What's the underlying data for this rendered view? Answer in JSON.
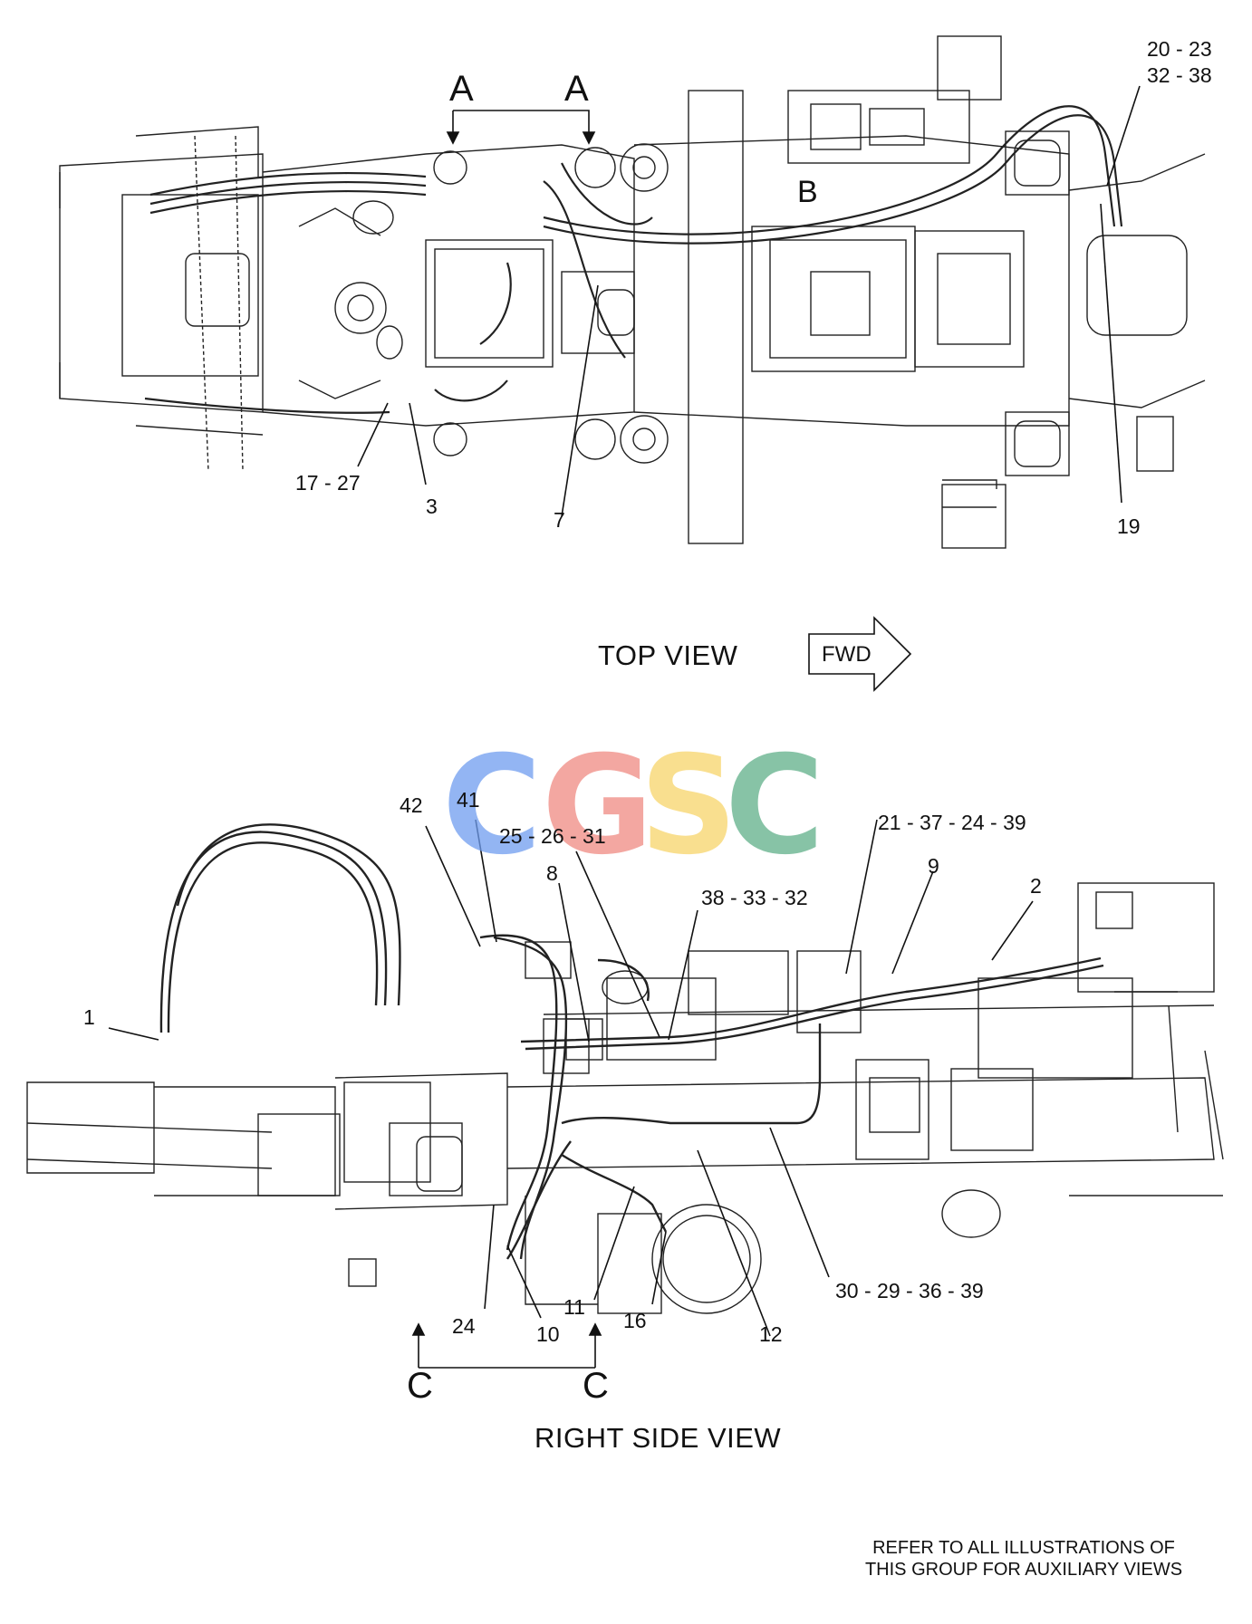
{
  "top_view": {
    "title": "TOP VIEW",
    "fwd_label": "FWD",
    "section_labels": {
      "a_left": "A",
      "a_right": "A",
      "b": "B"
    },
    "callouts": {
      "c_20_23": "20 - 23",
      "c_32_38": "32 - 38",
      "c_17_27": "17 - 27",
      "c_3": "3",
      "c_7": "7",
      "c_19": "19"
    }
  },
  "side_view": {
    "title": "RIGHT SIDE VIEW",
    "section_labels": {
      "c_left": "C",
      "c_right": "C"
    },
    "callouts": {
      "c_42": "42",
      "c_41": "41",
      "c_25_26_31": "25 - 26 - 31",
      "c_21_37_24_39": "21 - 37 - 24 - 39",
      "c_9": "9",
      "c_2": "2",
      "c_8": "8",
      "c_38_33_32": "38 - 33 - 32",
      "c_1": "1",
      "c_24": "24",
      "c_10": "10",
      "c_11": "11",
      "c_16": "16",
      "c_12": "12",
      "c_30_29_36_39": "30 - 29 - 36 - 39"
    }
  },
  "footnote": {
    "line1": "REFER TO ALL ILLUSTRATIONS OF",
    "line2": "THIS GROUP FOR AUXILIARY VIEWS"
  },
  "watermark": {
    "letters": [
      "C",
      "G",
      "S",
      "C"
    ],
    "colors": [
      "#6f9df0",
      "#f08a82",
      "#f8d56a",
      "#5fb089"
    ]
  }
}
